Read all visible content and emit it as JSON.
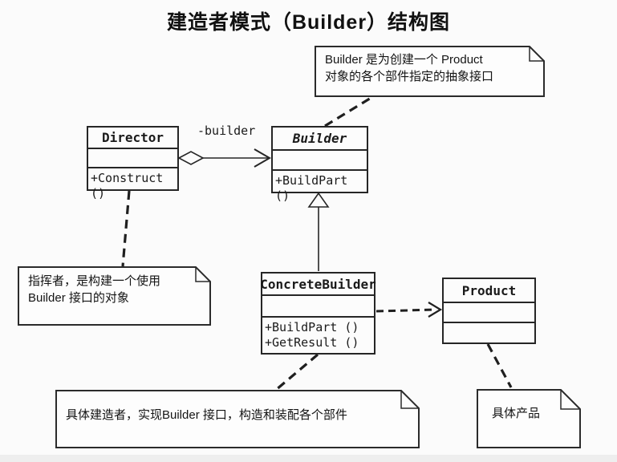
{
  "title": "建造者模式（Builder）结构图",
  "diagram": {
    "classes": [
      {
        "id": "director",
        "name": "Director",
        "abstract": false,
        "methods": [
          "+Construct ()"
        ]
      },
      {
        "id": "builder",
        "name": "Builder",
        "abstract": true,
        "methods": [
          "+BuildPart ()"
        ]
      },
      {
        "id": "concrete_builder",
        "name": "ConcreteBuilder",
        "abstract": false,
        "methods": [
          "+BuildPart ()",
          "+GetResult ()"
        ]
      },
      {
        "id": "product",
        "name": "Product",
        "abstract": false,
        "methods": []
      }
    ],
    "relationships": [
      {
        "type": "aggregation",
        "from": "Director",
        "to": "Builder",
        "label": "-builder"
      },
      {
        "type": "generalization",
        "from": "ConcreteBuilder",
        "to": "Builder",
        "label": ""
      },
      {
        "type": "dependency",
        "from": "ConcreteBuilder",
        "to": "Product",
        "label": ""
      }
    ],
    "notes": [
      {
        "id": "builder_note",
        "attached_to": "Builder",
        "lines": [
          "Builder 是为创建一个 Product",
          "对象的各个部件指定的抽象接口"
        ]
      },
      {
        "id": "director_note",
        "attached_to": "Director",
        "lines": [
          "指挥者，是构建一个使用",
          "Builder 接口的对象"
        ]
      },
      {
        "id": "concrete_builder_note",
        "attached_to": "ConcreteBuilder",
        "lines": [
          "具体建造者，实现Builder 接口，构造和装配各个部件"
        ]
      },
      {
        "id": "product_note",
        "attached_to": "Product",
        "lines": [
          "具体产品"
        ]
      }
    ]
  },
  "colors": {
    "background": "#fbfbfb",
    "line": "#262626",
    "box_fill": "#fcfcfc",
    "text": "#1a1a1a"
  }
}
